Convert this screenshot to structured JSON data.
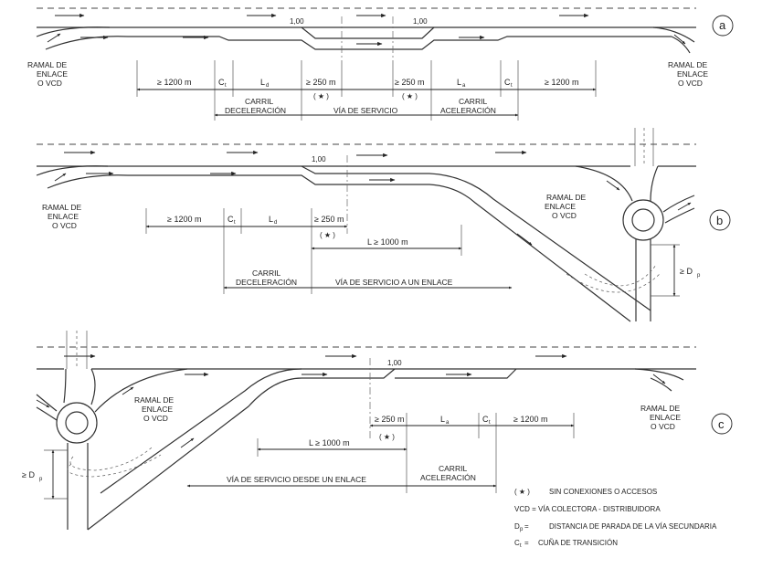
{
  "panels": {
    "a": {
      "letter": "a",
      "ramp_left": [
        "RAMAL DE",
        "ENLACE",
        "O  VCD"
      ],
      "ramp_right": [
        "RAMAL DE",
        "ENLACE",
        "O  VCD"
      ],
      "dims": [
        "≥ 1200 m",
        "C",
        "L",
        "≥  250 m",
        "≥  250 m",
        "L",
        "C",
        "≥ 1200 m"
      ],
      "dims_sub": [
        "t",
        "d",
        "a",
        "t"
      ],
      "star": "( ★ )",
      "taper": "1,00",
      "lane_decel": [
        "CARRIL",
        "DECELERACIÓN"
      ],
      "service": "VÍA DE SERVICIO",
      "lane_accel": [
        "CARRIL",
        "ACELERACIÓN"
      ]
    },
    "b": {
      "letter": "b",
      "ramp_left": [
        "RAMAL DE",
        "ENLACE",
        "O  VCD"
      ],
      "ramp_right": [
        "RAMAL DE",
        "ENLACE",
        "O  VCD"
      ],
      "dims": [
        "≥ 1200 m",
        "C",
        "L",
        "≥  250 m",
        "L ≥ 1000 m"
      ],
      "dims_sub": [
        "t",
        "d"
      ],
      "star": "( ★ )",
      "taper": "1,00",
      "dp": "≥ D",
      "dp_sub": "p",
      "lane_decel": [
        "CARRIL",
        "DECELERACIÓN"
      ],
      "service": "VÍA DE SERVICIO A UN ENLACE"
    },
    "c": {
      "letter": "c",
      "ramp_left": [
        "RAMAL DE",
        "ENLACE",
        "O  VCD"
      ],
      "ramp_right": [
        "RAMAL DE",
        "ENLACE",
        "O  VCD"
      ],
      "dims": [
        "≥  250 m",
        "L",
        "C",
        "≥ 1200 m",
        "L ≥ 1000 m"
      ],
      "dims_sub": [
        "a",
        "t"
      ],
      "star": "( ★ )",
      "taper": "1,00",
      "dp": "≥ D",
      "dp_sub": "p",
      "service": "VÍA DE SERVICIO DESDE UN ENLACE",
      "lane_accel": [
        "CARRIL",
        "ACELERACIÓN"
      ]
    }
  },
  "legend": [
    {
      "key": "( ★ )",
      "text": "SIN CONEXIONES O ACCESOS"
    },
    {
      "key": "VCD =",
      "text": "VÍA COLECTORA - DISTRIBUIDORA"
    },
    {
      "key": "D",
      "sub": "p",
      "eq": " =",
      "text": "DISTANCIA DE PARADA DE LA VÍA SECUNDARIA"
    },
    {
      "key": "C",
      "sub": "t",
      "eq": " =",
      "text": "CUÑA DE TRANSICIÓN"
    }
  ]
}
